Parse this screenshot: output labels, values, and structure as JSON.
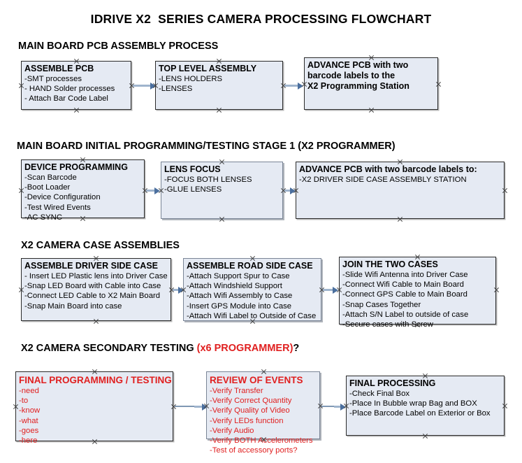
{
  "document": {
    "title": "IDRIVE X2  SERIES CAMERA PROCESSING FLOWCHART"
  },
  "colors": {
    "box_fill": "#e5eaf3",
    "box_border": "#2a2a2a",
    "accent_red": "#e02020",
    "arrow_line": "#9fb4cd",
    "arrow_head": "#4b6f9e"
  },
  "sections": [
    {
      "heading": "MAIN BOARD PCB ASSEMBLY PROCESS",
      "heading_accent": "",
      "heading_suffix": "",
      "boxes": [
        {
          "title": "ASSEMBLE PCB",
          "lines": [
            "-SMT processes",
            "- HAND Solder processes",
            "- Attach Bar Code Label"
          ]
        },
        {
          "title": "TOP LEVEL ASSEMBLY",
          "lines": [
            "-LENS HOLDERS",
            "-LENSES"
          ]
        },
        {
          "title": "ADVANCE PCB with two",
          "lines": [
            "barcode labels to the",
            " X2 Programming Station"
          ]
        }
      ]
    },
    {
      "heading": "MAIN BOARD INITIAL PROGRAMMING/TESTING STAGE 1 (X2 PROGRAMMER)",
      "heading_accent": "",
      "heading_suffix": "",
      "boxes": [
        {
          "title": "DEVICE PROGRAMMING",
          "lines": [
            "-Scan Barcode",
            "-Boot Loader",
            "-Device Configuration",
            "-Test Wired Events",
            "-AC SYNC"
          ]
        },
        {
          "title": "LENS FOCUS",
          "lines": [
            "-FOCUS BOTH LENSES",
            "-GLUE LENSES"
          ]
        },
        {
          "title": "ADVANCE PCB with two barcode labels to:",
          "lines": [
            "-X2 DRIVER  SIDE  CASE  ASSEMBLY STATION"
          ]
        }
      ]
    },
    {
      "heading": "X2 CAMERA CASE ASSEMBLIES",
      "heading_accent": "",
      "heading_suffix": "",
      "boxes": [
        {
          "title": "ASSEMBLE DRIVER SIDE CASE",
          "lines": [
            "- Insert LED Plastic lens into Driver Case",
            "-Snap LED Board with Cable into Case",
            "-Connect LED Cable to X2 Main Board",
            "-Snap Main Board into case"
          ]
        },
        {
          "title": "ASSEMBLE ROAD SIDE CASE",
          "lines": [
            "-Attach Support Spur to Case",
            "-Attach Windshield Support",
            "-Attach Wifi Assembly to Case",
            "-Insert GPS Module into Case",
            "-Attach Wifi Label to Outside of Case"
          ]
        },
        {
          "title": "JOIN THE TWO CASES",
          "lines": [
            "-Slide Wifi Antenna into Driver Case",
            "-Connect Wifi Cable to Main Board",
            "-Connect GPS Cable to Main Board",
            "-Snap Cases Together",
            "-Attach S/N Label to outside of case",
            "-Secure cases with Screw"
          ]
        }
      ]
    },
    {
      "heading": "X2 CAMERA SECONDARY TESTING ",
      "heading_accent": "(x6 PROGRAMMER)",
      "heading_suffix": "?",
      "boxes": [
        {
          "title": "FINAL PROGRAMMING / TESTING",
          "lines": [
            "-need",
            "-to",
            "-know",
            "-what",
            "-goes",
            "-here"
          ]
        },
        {
          "title": "REVIEW OF EVENTS",
          "lines": [
            "-Verify Transfer",
            "-Verify Correct Quantity",
            "-Verify Quality of Video",
            "-Verify LEDs function",
            "-Verify Audio",
            "-Verify BOTH Accelerometers",
            "-Test of accessory ports?"
          ]
        },
        {
          "title": "FINAL PROCESSING",
          "lines": [
            "-Check Final Box",
            "-Place In Bubble wrap Bag and BOX",
            "-Place Barcode Label on Exterior or Box"
          ]
        }
      ]
    }
  ]
}
